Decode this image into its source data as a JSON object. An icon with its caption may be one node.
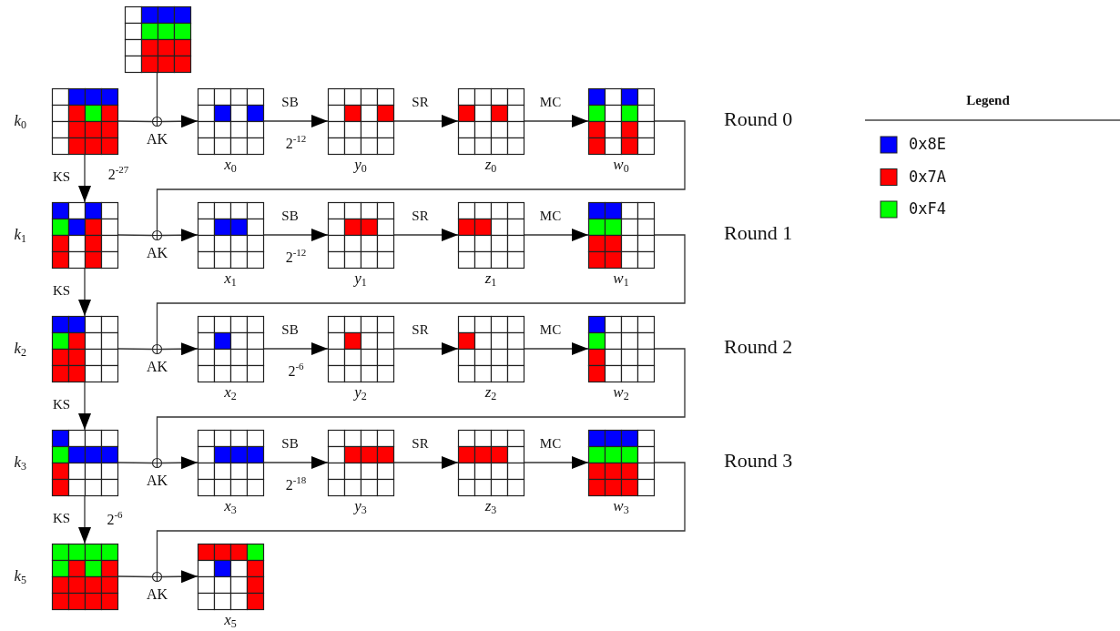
{
  "diagram": {
    "nodes": [
      {
        "text": [],
        "shape": "grid"
      },
      {
        "text": [],
        "shape": "grid",
        "beside": [
          "k$_{0}$"
        ]
      },
      {
        "text": [],
        "shape": "circle",
        "beside": [
          "AK"
        ]
      },
      {
        "text": [],
        "shape": "grid",
        "beside": [
          "x$_{0}$"
        ]
      },
      {
        "text": [],
        "shape": "grid",
        "beside": [
          "y$_{0}$"
        ]
      },
      {
        "text": [],
        "shape": "grid",
        "beside": [
          "z$_{0}$"
        ]
      },
      {
        "text": [],
        "shape": "grid",
        "beside": [
          "w$_{0}$"
        ]
      },
      {
        "text": [],
        "shape": "grid",
        "beside": [
          "k$_{1}$"
        ]
      },
      {
        "text": [],
        "shape": "circle",
        "beside": [
          "AK"
        ]
      },
      {
        "text": [],
        "shape": "grid",
        "beside": [
          "x$_{1}$"
        ]
      },
      {
        "text": [],
        "shape": "grid",
        "beside": [
          "y$_{1}$"
        ]
      },
      {
        "text": [],
        "shape": "grid",
        "beside": [
          "z$_{1}$"
        ]
      },
      {
        "text": [],
        "shape": "grid",
        "beside": [
          "w$_{1}$"
        ]
      },
      {
        "text": [],
        "shape": "grid",
        "beside": [
          "k$_{2}$"
        ]
      },
      {
        "text": [],
        "shape": "circle",
        "beside": [
          "AK"
        ]
      },
      {
        "text": [],
        "shape": "grid",
        "beside": [
          "x$_{2}$"
        ]
      },
      {
        "text": [],
        "shape": "grid",
        "beside": [
          "y$_{2}$"
        ]
      },
      {
        "text": [],
        "shape": "grid",
        "beside": [
          "z$_{2}$"
        ]
      },
      {
        "text": [],
        "shape": "grid",
        "beside": [
          "w$_{2}$"
        ]
      },
      {
        "text": [],
        "shape": "grid",
        "beside": [
          "k$_{3}$"
        ]
      },
      {
        "text": [],
        "shape": "circle",
        "beside": [
          "AK"
        ]
      },
      {
        "text": [],
        "shape": "grid",
        "beside": [
          "x$_{3}$"
        ]
      },
      {
        "text": [],
        "shape": "grid",
        "beside": [
          "y$_{3}$"
        ]
      },
      {
        "text": [],
        "shape": "grid",
        "beside": [
          "z$_{3}$"
        ]
      },
      {
        "text": [],
        "shape": "grid",
        "beside": [
          "w$_{3}$"
        ]
      },
      {
        "text": [],
        "shape": "grid",
        "beside": [
          "k$_{5}$"
        ]
      },
      {
        "text": [],
        "shape": "circle",
        "beside": [
          "AK"
        ]
      },
      {
        "text": [],
        "shape": "grid",
        "beside": [
          "x$_{5}$"
        ]
      }
    ],
    "edges": [
      {
        "from": 0,
        "to": 2,
        "arrow": "none"
      },
      {
        "from": 1,
        "to": 2,
        "arrow": "none"
      },
      {
        "from": 2,
        "to": 3,
        "arrow": "to"
      },
      {
        "from": 3,
        "to": 4,
        "arrow": "to",
        "label": "SB"
      },
      {
        "from": 4,
        "to": 5,
        "arrow": "to",
        "label": "SR"
      },
      {
        "from": 5,
        "to": 6,
        "arrow": "to",
        "label": "MC"
      },
      {
        "from": 1,
        "to": 7,
        "arrow": "to",
        "label": "KS"
      },
      {
        "from": 6,
        "to": 8,
        "arrow": "none"
      },
      {
        "from": 7,
        "to": 8,
        "arrow": "none"
      },
      {
        "from": 8,
        "to": 9,
        "arrow": "to"
      },
      {
        "from": 9,
        "to": 10,
        "arrow": "to",
        "label": "SB"
      },
      {
        "from": 10,
        "to": 11,
        "arrow": "to",
        "label": "SR"
      },
      {
        "from": 11,
        "to": 12,
        "arrow": "to",
        "label": "MC"
      },
      {
        "from": 7,
        "to": 13,
        "arrow": "to",
        "label": "KS"
      },
      {
        "from": 12,
        "to": 14,
        "arrow": "none"
      },
      {
        "from": 13,
        "to": 14,
        "arrow": "none"
      },
      {
        "from": 14,
        "to": 15,
        "arrow": "to"
      },
      {
        "from": 15,
        "to": 16,
        "arrow": "to",
        "label": "SB"
      },
      {
        "from": 16,
        "to": 17,
        "arrow": "to",
        "label": "SR"
      },
      {
        "from": 17,
        "to": 18,
        "arrow": "to",
        "label": "MC"
      },
      {
        "from": 13,
        "to": 19,
        "arrow": "to",
        "label": "KS"
      },
      {
        "from": 18,
        "to": 20,
        "arrow": "none"
      },
      {
        "from": 19,
        "to": 20,
        "arrow": "none"
      },
      {
        "from": 20,
        "to": 21,
        "arrow": "to"
      },
      {
        "from": 21,
        "to": 22,
        "arrow": "to",
        "label": "SB"
      },
      {
        "from": 22,
        "to": 23,
        "arrow": "to",
        "label": "SR"
      },
      {
        "from": 23,
        "to": 24,
        "arrow": "to",
        "label": "MC"
      },
      {
        "from": 19,
        "to": 25,
        "arrow": "to",
        "label": "KS"
      },
      {
        "from": 24,
        "to": 26,
        "arrow": "none"
      },
      {
        "from": 25,
        "to": 26,
        "arrow": "none"
      },
      {
        "from": 26,
        "to": 27,
        "arrow": "to"
      }
    ],
    "labels": [
      "2$^{-12}$",
      "Round 0",
      "Legend",
      "2$^{-27}$",
      "2$^{-12}$",
      "Round 1",
      "2$^{-6}$",
      "Round 2",
      "2$^{-18}$",
      "Round 3",
      "2$^{-6}$"
    ],
    "legend": [
      {
        "text": "0x8E",
        "color": "#0000ff"
      },
      {
        "text": "0x7A",
        "color": "#ff0000"
      },
      {
        "text": "0xF4",
        "color": "#00ff00"
      }
    ]
  }
}
